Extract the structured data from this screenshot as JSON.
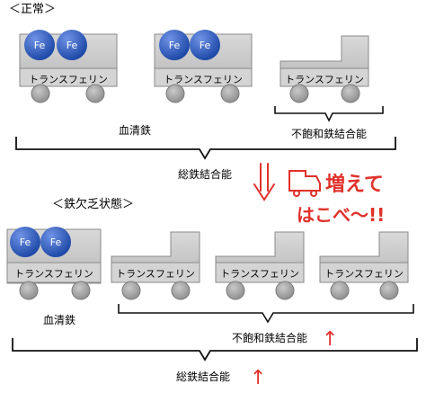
{
  "sections": {
    "normal": "＜正常＞",
    "deficiency": "＜鉄欠乏状態＞"
  },
  "vehicle_label": "トランスフェリン",
  "iron_label": "Fe",
  "labels": {
    "serum_iron": "血清鉄",
    "uibc": "不飽和鉄結合能",
    "tibc": "総鉄結合能"
  },
  "annotation": {
    "text_line1": "増えて",
    "text_line2": "はこべ〜!!",
    "increase_arrow": "↑"
  },
  "colors": {
    "truck_body": "#c8c8c8",
    "truck_stroke": "#8a8a8a",
    "wheel": "#9a9a9a",
    "iron_ball": "#2f5bbf",
    "annotation": "#e0312b"
  }
}
